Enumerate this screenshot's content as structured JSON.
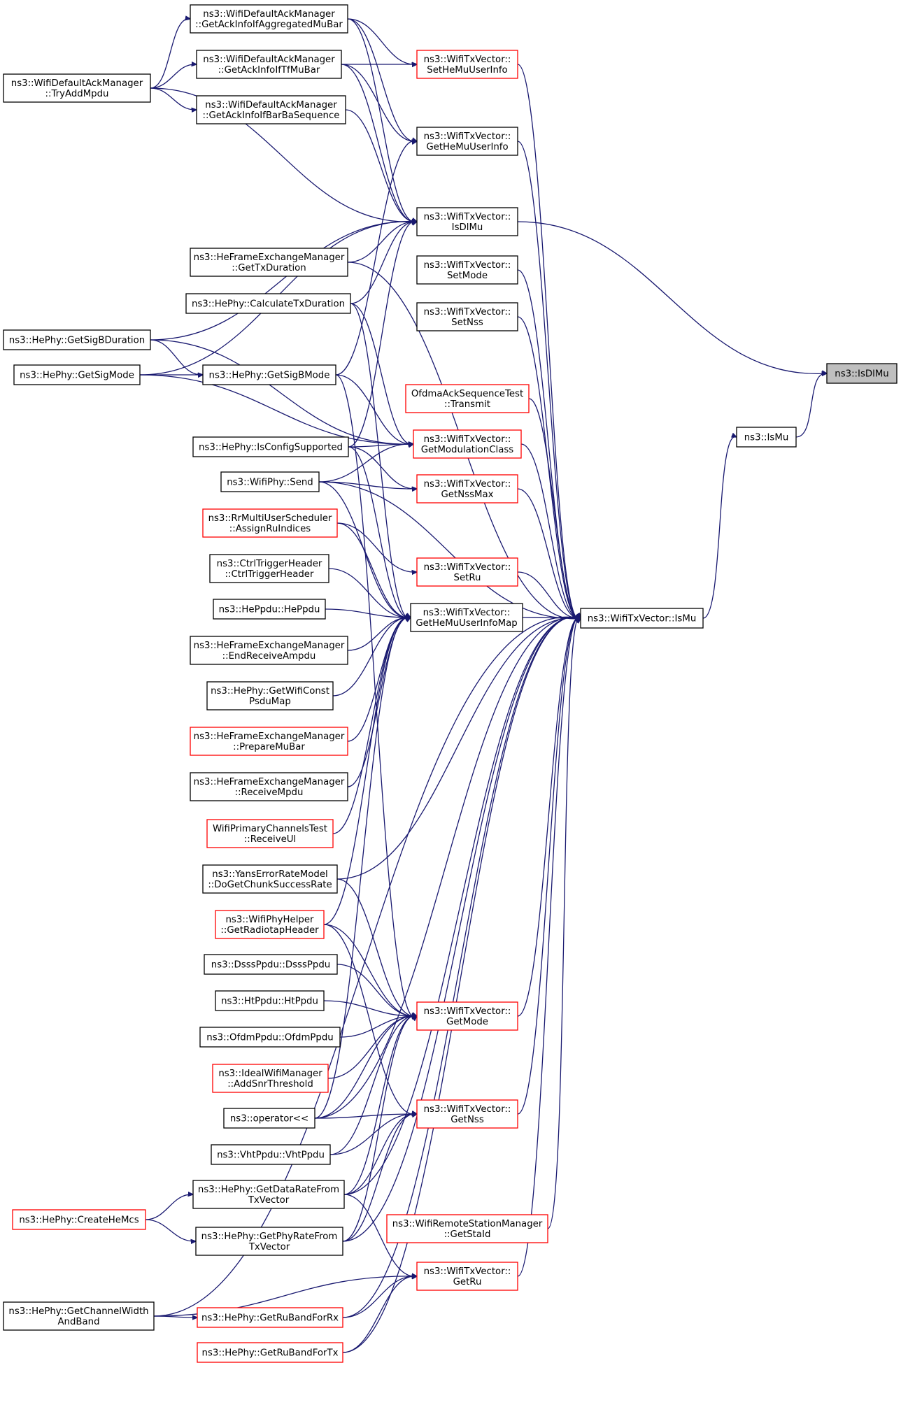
{
  "graph": {
    "edge_color": "#191970",
    "node_border_black": "#000000",
    "node_border_red": "#ff0000",
    "target_fill": "#bfbfbf",
    "nodes": [
      {
        "id": "IsDlMu_free",
        "lines": [
          "ns3::IsDlMu"
        ],
        "style": "target"
      },
      {
        "id": "IsMu_free",
        "lines": [
          "ns3::IsMu"
        ],
        "style": "black"
      },
      {
        "id": "IsMu",
        "lines": [
          "ns3::WifiTxVector::IsMu"
        ],
        "style": "black"
      },
      {
        "id": "GetHeMuUserInfoMap",
        "lines": [
          "ns3::WifiTxVector::",
          "GetHeMuUserInfoMap"
        ],
        "style": "black"
      },
      {
        "id": "SetHeMuUserInfo",
        "lines": [
          "ns3::WifiTxVector::",
          "SetHeMuUserInfo"
        ],
        "style": "red"
      },
      {
        "id": "GetHeMuUserInfo",
        "lines": [
          "ns3::WifiTxVector::",
          "GetHeMuUserInfo"
        ],
        "style": "black"
      },
      {
        "id": "IsDlMu",
        "lines": [
          "ns3::WifiTxVector::",
          "IsDlMu"
        ],
        "style": "black"
      },
      {
        "id": "SetMode",
        "lines": [
          "ns3::WifiTxVector::",
          "SetMode"
        ],
        "style": "black"
      },
      {
        "id": "SetNss",
        "lines": [
          "ns3::WifiTxVector::",
          "SetNss"
        ],
        "style": "black"
      },
      {
        "id": "OfdmaTransmit",
        "lines": [
          "OfdmaAckSequenceTest",
          "::Transmit"
        ],
        "style": "red"
      },
      {
        "id": "GetModulationClass",
        "lines": [
          "ns3::WifiTxVector::",
          "GetModulationClass"
        ],
        "style": "red"
      },
      {
        "id": "GetNssMax",
        "lines": [
          "ns3::WifiTxVector::",
          "GetNssMax"
        ],
        "style": "red"
      },
      {
        "id": "SetRu",
        "lines": [
          "ns3::WifiTxVector::",
          "SetRu"
        ],
        "style": "red"
      },
      {
        "id": "GetMode",
        "lines": [
          "ns3::WifiTxVector::",
          "GetMode"
        ],
        "style": "red"
      },
      {
        "id": "GetNss",
        "lines": [
          "ns3::WifiTxVector::",
          "GetNss"
        ],
        "style": "red"
      },
      {
        "id": "GetStaId",
        "lines": [
          "ns3::WifiRemoteStationManager",
          "::GetStaId"
        ],
        "style": "red"
      },
      {
        "id": "GetRu",
        "lines": [
          "ns3::WifiTxVector::",
          "GetRu"
        ],
        "style": "red"
      },
      {
        "id": "AggMuBar",
        "lines": [
          "ns3::WifiDefaultAckManager",
          "::GetAckInfoIfAggregatedMuBar"
        ],
        "style": "black"
      },
      {
        "id": "TfMuBar",
        "lines": [
          "ns3::WifiDefaultAckManager",
          "::GetAckInfoIfTfMuBar"
        ],
        "style": "black"
      },
      {
        "id": "BarBaSeq",
        "lines": [
          "ns3::WifiDefaultAckManager",
          "::GetAckInfoIfBarBaSequence"
        ],
        "style": "black"
      },
      {
        "id": "TryAddMpdu",
        "lines": [
          "ns3::WifiDefaultAckManager",
          "::TryAddMpdu"
        ],
        "style": "black"
      },
      {
        "id": "HeGetTxDuration",
        "lines": [
          "ns3::HeFrameExchangeManager",
          "::GetTxDuration"
        ],
        "style": "black"
      },
      {
        "id": "CalculateTxDuration",
        "lines": [
          "ns3::HePhy::CalculateTxDuration"
        ],
        "style": "black"
      },
      {
        "id": "GetSigBDuration",
        "lines": [
          "ns3::HePhy::GetSigBDuration"
        ],
        "style": "black"
      },
      {
        "id": "GetSigMode",
        "lines": [
          "ns3::HePhy::GetSigMode"
        ],
        "style": "black"
      },
      {
        "id": "GetSigBMode",
        "lines": [
          "ns3::HePhy::GetSigBMode"
        ],
        "style": "black"
      },
      {
        "id": "IsConfigSupported",
        "lines": [
          "ns3::HePhy::IsConfigSupported"
        ],
        "style": "black"
      },
      {
        "id": "WifiPhySend",
        "lines": [
          "ns3::WifiPhy::Send"
        ],
        "style": "black"
      },
      {
        "id": "AssignRuIndices",
        "lines": [
          "ns3::RrMultiUserScheduler",
          "::AssignRuIndices"
        ],
        "style": "red"
      },
      {
        "id": "CtrlTriggerHeader",
        "lines": [
          "ns3::CtrlTriggerHeader",
          "::CtrlTriggerHeader"
        ],
        "style": "black"
      },
      {
        "id": "HePpdu",
        "lines": [
          "ns3::HePpdu::HePpdu"
        ],
        "style": "black"
      },
      {
        "id": "EndReceiveAmpdu",
        "lines": [
          "ns3::HeFrameExchangeManager",
          "::EndReceiveAmpdu"
        ],
        "style": "black"
      },
      {
        "id": "GetWifiConstPsduMap",
        "lines": [
          "ns3::HePhy::GetWifiConst",
          "PsduMap"
        ],
        "style": "black"
      },
      {
        "id": "PrepareMuBar",
        "lines": [
          "ns3::HeFrameExchangeManager",
          "::PrepareMuBar"
        ],
        "style": "red"
      },
      {
        "id": "ReceiveMpdu",
        "lines": [
          "ns3::HeFrameExchangeManager",
          "::ReceiveMpdu"
        ],
        "style": "black"
      },
      {
        "id": "ReceiveUl",
        "lines": [
          "WifiPrimaryChannelsTest",
          "::ReceiveUl"
        ],
        "style": "red"
      },
      {
        "id": "DoGetChunkSuccessRate",
        "lines": [
          "ns3::YansErrorRateModel",
          "::DoGetChunkSuccessRate"
        ],
        "style": "black"
      },
      {
        "id": "GetRadiotapHeader",
        "lines": [
          "ns3::WifiPhyHelper",
          "::GetRadiotapHeader"
        ],
        "style": "red"
      },
      {
        "id": "DsssPpdu",
        "lines": [
          "ns3::DsssPpdu::DsssPpdu"
        ],
        "style": "black"
      },
      {
        "id": "HtPpdu",
        "lines": [
          "ns3::HtPpdu::HtPpdu"
        ],
        "style": "black"
      },
      {
        "id": "OfdmPpdu",
        "lines": [
          "ns3::OfdmPpdu::OfdmPpdu"
        ],
        "style": "black"
      },
      {
        "id": "AddSnrThreshold",
        "lines": [
          "ns3::IdealWifiManager",
          "::AddSnrThreshold"
        ],
        "style": "red"
      },
      {
        "id": "OperatorLtLt",
        "lines": [
          "ns3::operator<<"
        ],
        "style": "black"
      },
      {
        "id": "VhtPpdu",
        "lines": [
          "ns3::VhtPpdu::VhtPpdu"
        ],
        "style": "black"
      },
      {
        "id": "GetDataRateFromTxVector",
        "lines": [
          "ns3::HePhy::GetDataRateFrom",
          "TxVector"
        ],
        "style": "black"
      },
      {
        "id": "GetPhyRateFromTxVector",
        "lines": [
          "ns3::HePhy::GetPhyRateFrom",
          "TxVector"
        ],
        "style": "black"
      },
      {
        "id": "CreateHeMcs",
        "lines": [
          "ns3::HePhy::CreateHeMcs"
        ],
        "style": "red"
      },
      {
        "id": "GetChannelWidthAndBand",
        "lines": [
          "ns3::HePhy::GetChannelWidth",
          "AndBand"
        ],
        "style": "black"
      },
      {
        "id": "GetRuBandForRx",
        "lines": [
          "ns3::HePhy::GetRuBandForRx"
        ],
        "style": "red"
      },
      {
        "id": "GetRuBandForTx",
        "lines": [
          "ns3::HePhy::GetRuBandForTx"
        ],
        "style": "red"
      }
    ]
  }
}
